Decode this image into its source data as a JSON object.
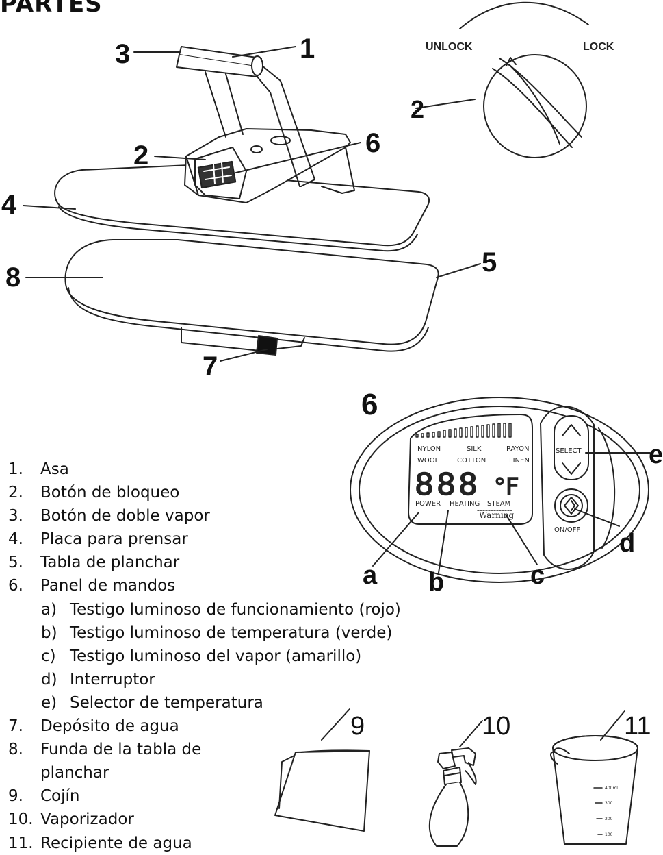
{
  "title": "PARTES",
  "dial": {
    "unlock": "UNLOCK",
    "lock": "LOCK"
  },
  "callouts": {
    "n1": "1",
    "n2": "2",
    "n3": "3",
    "n4": "4",
    "n5": "5",
    "n6": "6",
    "n7": "7",
    "n8": "8",
    "dial2": "2",
    "panel6": "6",
    "a": "a",
    "b": "b",
    "c": "c",
    "d": "d",
    "e": "e",
    "n9": "9",
    "n10": "10",
    "n11": "11"
  },
  "panel": {
    "row1": [
      "NYLON",
      "SILK",
      "RAYON"
    ],
    "row2": [
      "WOOL",
      "COTTON",
      "LINEN"
    ],
    "digits": "888",
    "unit": "°F",
    "indicators": [
      "POWER",
      "HEATING",
      "STEAM"
    ],
    "warning": "Warning",
    "select": "SELECT",
    "onoff": "ON/OFF"
  },
  "parts": [
    {
      "num": "1.",
      "text": "Asa"
    },
    {
      "num": "2.",
      "text": "Botón de bloqueo"
    },
    {
      "num": "3.",
      "text": "Botón de doble vapor"
    },
    {
      "num": "4.",
      "text": "Placa para prensar"
    },
    {
      "num": "5.",
      "text": "Tabla de planchar"
    },
    {
      "num": "6.",
      "text": "Panel de mandos"
    }
  ],
  "subparts": [
    {
      "num": "a)",
      "text": "Testigo luminoso de funcionamiento (rojo)"
    },
    {
      "num": "b)",
      "text": "Testigo luminoso de temperatura (verde)"
    },
    {
      "num": "c)",
      "text": "Testigo luminoso del vapor (amarillo)"
    },
    {
      "num": "d)",
      "text": "Interruptor"
    },
    {
      "num": "e)",
      "text": "Selector de temperatura"
    }
  ],
  "parts2": [
    {
      "num": "7.",
      "text": "Depósito de agua"
    },
    {
      "num": "8.",
      "text": "Funda de la tabla de"
    }
  ],
  "part8_cont": "planchar",
  "parts3": [
    {
      "num": "9.",
      "text": "Cojín"
    },
    {
      "num": "10.",
      "text": "Vaporizador"
    },
    {
      "num": "11.",
      "text": "Recipiente de agua"
    }
  ],
  "cup": {
    "m1": "400ml",
    "m2": "300",
    "m3": "200",
    "m4": "100"
  }
}
